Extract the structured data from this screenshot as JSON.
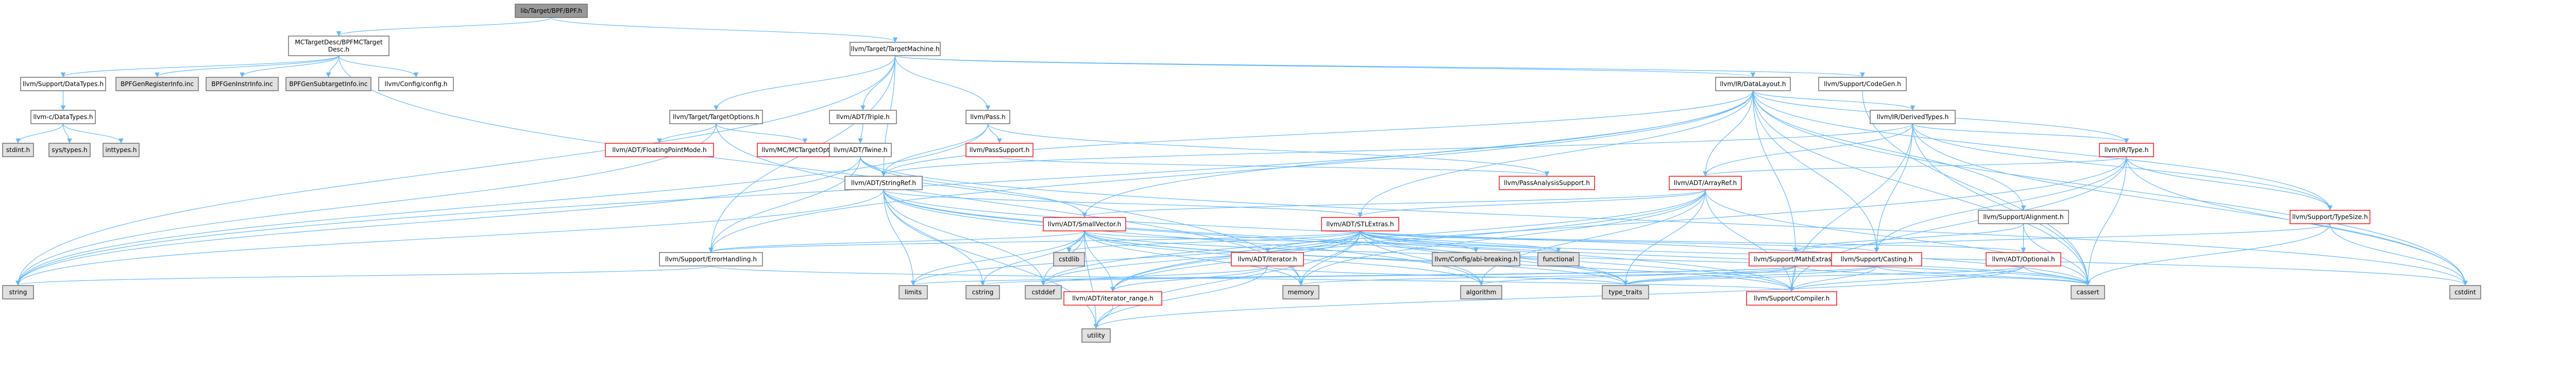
{
  "colors": {
    "edge": "#63b8ff",
    "node_border_default": "#666666",
    "node_border_red": "#ff0000",
    "node_fill_white": "#ffffff",
    "node_fill_gray": "#e0e0e0",
    "node_fill_root": "#999999",
    "text": "#000000"
  },
  "nodes": [
    {
      "id": "root",
      "label": "lib/Target/BPF/BPF.h",
      "style": "root"
    },
    {
      "id": "mctargetdesc",
      "label": "MCTargetDesc/BPFMCTargetDesc.h",
      "lines": [
        "MCTargetDesc/BPFMCTarget",
        "Desc.h"
      ],
      "style": "white"
    },
    {
      "id": "targetmachine",
      "label": "llvm/Target/TargetMachine.h",
      "style": "white"
    },
    {
      "id": "support_datatypes",
      "label": "llvm/Support/DataTypes.h",
      "style": "white"
    },
    {
      "id": "bpfgenregisterinfo",
      "label": "BPFGenRegisterInfo.inc",
      "style": "gray"
    },
    {
      "id": "bpfgeninstrinfo",
      "label": "BPFGenInstrInfo.inc",
      "style": "gray"
    },
    {
      "id": "bpfgensubtargetinfo",
      "label": "BPFGenSubtargetInfo.inc",
      "style": "gray"
    },
    {
      "id": "llvm_config",
      "label": "llvm/Config/config.h",
      "style": "white"
    },
    {
      "id": "datalayout",
      "label": "llvm/IR/DataLayout.h",
      "style": "white"
    },
    {
      "id": "codegen",
      "label": "llvm/Support/CodeGen.h",
      "style": "white"
    },
    {
      "id": "c_datatypes",
      "label": "llvm-c/DataTypes.h",
      "style": "white"
    },
    {
      "id": "targetoptions",
      "label": "llvm/Target/TargetOptions.h",
      "style": "white"
    },
    {
      "id": "triple",
      "label": "llvm/ADT/Triple.h",
      "style": "white"
    },
    {
      "id": "pass",
      "label": "llvm/Pass.h",
      "style": "white"
    },
    {
      "id": "derivedtypes",
      "label": "llvm/IR/DerivedTypes.h",
      "style": "white"
    },
    {
      "id": "stdint",
      "label": "stdint.h",
      "style": "gray"
    },
    {
      "id": "systypes",
      "label": "sys/types.h",
      "style": "gray"
    },
    {
      "id": "inttypes",
      "label": "inttypes.h",
      "style": "gray"
    },
    {
      "id": "floatingpointmode",
      "label": "llvm/ADT/FloatingPointMode.h",
      "style": "red"
    },
    {
      "id": "mctargetoptions",
      "label": "llvm/MC/MCTargetOptions.h",
      "style": "red"
    },
    {
      "id": "twine",
      "label": "llvm/ADT/Twine.h",
      "style": "white"
    },
    {
      "id": "passsupport",
      "label": "llvm/PassSupport.h",
      "style": "red"
    },
    {
      "id": "ir_type",
      "label": "llvm/IR/Type.h",
      "style": "red"
    },
    {
      "id": "stringref",
      "label": "llvm/ADT/StringRef.h",
      "style": "white"
    },
    {
      "id": "passanalysissupport",
      "label": "llvm/PassAnalysisSupport.h",
      "style": "red"
    },
    {
      "id": "arrayref",
      "label": "llvm/ADT/ArrayRef.h",
      "style": "red"
    },
    {
      "id": "alignment",
      "label": "llvm/Support/Alignment.h",
      "style": "white"
    },
    {
      "id": "typesize",
      "label": "llvm/Support/TypeSize.h",
      "style": "red"
    },
    {
      "id": "smallvector",
      "label": "llvm/ADT/SmallVector.h",
      "style": "red"
    },
    {
      "id": "stlextras",
      "label": "llvm/ADT/STLExtras.h",
      "style": "red"
    },
    {
      "id": "errorhandling",
      "label": "llvm/Support/ErrorHandling.h",
      "style": "white"
    },
    {
      "id": "cstdlib",
      "label": "cstdlib",
      "style": "gray"
    },
    {
      "id": "adt_iterator",
      "label": "llvm/ADT/iterator.h",
      "style": "red"
    },
    {
      "id": "configurable_breaking",
      "label": "llvm/Config/abi-breaking.h",
      "style": "gray"
    },
    {
      "id": "functional",
      "label": "functional",
      "style": "gray"
    },
    {
      "id": "mathextras",
      "label": "llvm/Support/MathExtras.h",
      "style": "red"
    },
    {
      "id": "casting",
      "label": "llvm/Support/Casting.h",
      "style": "red"
    },
    {
      "id": "optional",
      "label": "llvm/ADT/Optional.h",
      "style": "red"
    },
    {
      "id": "string",
      "label": "string",
      "style": "gray"
    },
    {
      "id": "limits",
      "label": "limits",
      "style": "gray"
    },
    {
      "id": "cstring",
      "label": "cstring",
      "style": "gray"
    },
    {
      "id": "cstddef",
      "label": "cstddef",
      "style": "gray"
    },
    {
      "id": "iterator_range",
      "label": "llvm/ADT/iterator_range.h",
      "style": "red"
    },
    {
      "id": "memory",
      "label": "memory",
      "style": "gray"
    },
    {
      "id": "algorithm",
      "label": "algorithm",
      "style": "gray"
    },
    {
      "id": "type_traits",
      "label": "type_traits",
      "style": "gray"
    },
    {
      "id": "compiler",
      "label": "llvm/Support/Compiler.h",
      "style": "red"
    },
    {
      "id": "cassert",
      "label": "cassert",
      "style": "gray"
    },
    {
      "id": "cstdint",
      "label": "cstdint",
      "style": "gray"
    },
    {
      "id": "utility",
      "label": "utility",
      "style": "gray"
    }
  ],
  "edges": [
    [
      "root",
      "mctargetdesc"
    ],
    [
      "root",
      "targetmachine"
    ],
    [
      "mctargetdesc",
      "support_datatypes"
    ],
    [
      "mctargetdesc",
      "bpfgenregisterinfo"
    ],
    [
      "mctargetdesc",
      "bpfgeninstrinfo"
    ],
    [
      "mctargetdesc",
      "bpfgensubtargetinfo"
    ],
    [
      "mctargetdesc",
      "llvm_config"
    ],
    [
      "mctargetdesc",
      "memory"
    ],
    [
      "support_datatypes",
      "c_datatypes"
    ],
    [
      "c_datatypes",
      "stdint"
    ],
    [
      "c_datatypes",
      "systypes"
    ],
    [
      "c_datatypes",
      "inttypes"
    ],
    [
      "targetmachine",
      "datalayout"
    ],
    [
      "targetmachine",
      "codegen"
    ],
    [
      "targetmachine",
      "targetoptions"
    ],
    [
      "targetmachine",
      "triple"
    ],
    [
      "targetmachine",
      "pass"
    ],
    [
      "targetmachine",
      "stringref"
    ],
    [
      "targetmachine",
      "errorhandling"
    ],
    [
      "targetmachine",
      "string"
    ],
    [
      "targetoptions",
      "floatingpointmode"
    ],
    [
      "targetoptions",
      "mctargetoptions"
    ],
    [
      "targetoptions",
      "string"
    ],
    [
      "targetoptions",
      "memory"
    ],
    [
      "triple",
      "twine"
    ],
    [
      "twine",
      "stringref"
    ],
    [
      "twine",
      "smallvector"
    ],
    [
      "twine",
      "string"
    ],
    [
      "twine",
      "errorhandling"
    ],
    [
      "twine",
      "cstdint"
    ],
    [
      "pass",
      "passsupport"
    ],
    [
      "pass",
      "stringref"
    ],
    [
      "pass",
      "passanalysissupport"
    ],
    [
      "pass",
      "string"
    ],
    [
      "passsupport",
      "passanalysissupport"
    ],
    [
      "datalayout",
      "derivedtypes"
    ],
    [
      "datalayout",
      "ir_type"
    ],
    [
      "datalayout",
      "arrayref"
    ],
    [
      "datalayout",
      "stringref"
    ],
    [
      "datalayout",
      "smallvector"
    ],
    [
      "datalayout",
      "stlextras"
    ],
    [
      "datalayout",
      "alignment"
    ],
    [
      "datalayout",
      "typesize"
    ],
    [
      "datalayout",
      "mathextras"
    ],
    [
      "datalayout",
      "errorhandling"
    ],
    [
      "datalayout",
      "casting"
    ],
    [
      "datalayout",
      "cassert"
    ],
    [
      "datalayout",
      "cstdint"
    ],
    [
      "datalayout",
      "string"
    ],
    [
      "derivedtypes",
      "ir_type"
    ],
    [
      "derivedtypes",
      "arrayref"
    ],
    [
      "derivedtypes",
      "stringref"
    ],
    [
      "derivedtypes",
      "casting"
    ],
    [
      "derivedtypes",
      "compiler"
    ],
    [
      "derivedtypes",
      "typesize"
    ],
    [
      "derivedtypes",
      "cassert"
    ],
    [
      "derivedtypes",
      "cstdint"
    ],
    [
      "ir_type",
      "arrayref"
    ],
    [
      "ir_type",
      "casting"
    ],
    [
      "ir_type",
      "compiler"
    ],
    [
      "ir_type",
      "typesize"
    ],
    [
      "ir_type",
      "cassert"
    ],
    [
      "ir_type",
      "cstdint"
    ],
    [
      "ir_type",
      "iterator_range"
    ],
    [
      "stringref",
      "stlextras"
    ],
    [
      "stringref",
      "compiler"
    ],
    [
      "stringref",
      "algorithm"
    ],
    [
      "stringref",
      "cassert"
    ],
    [
      "stringref",
      "cstddef"
    ],
    [
      "stringref",
      "cstring"
    ],
    [
      "stringref",
      "limits"
    ],
    [
      "stringref",
      "string"
    ],
    [
      "stringref",
      "type_traits"
    ],
    [
      "stringref",
      "utility"
    ],
    [
      "arrayref",
      "smallvector"
    ],
    [
      "arrayref",
      "stlextras"
    ],
    [
      "arrayref",
      "compiler"
    ],
    [
      "arrayref",
      "algorithm"
    ],
    [
      "arrayref",
      "cassert"
    ],
    [
      "arrayref",
      "cstddef"
    ],
    [
      "arrayref",
      "memory"
    ],
    [
      "arrayref",
      "type_traits"
    ],
    [
      "arrayref",
      "iterator_range"
    ],
    [
      "smallvector",
      "compiler"
    ],
    [
      "smallvector",
      "errorhandling"
    ],
    [
      "smallvector",
      "type_traits"
    ],
    [
      "smallvector",
      "algorithm"
    ],
    [
      "smallvector",
      "cassert"
    ],
    [
      "smallvector",
      "cstddef"
    ],
    [
      "smallvector",
      "cstdlib"
    ],
    [
      "smallvector",
      "cstring"
    ],
    [
      "smallvector",
      "functional"
    ],
    [
      "smallvector",
      "iterator_range"
    ],
    [
      "smallvector",
      "limits"
    ],
    [
      "smallvector",
      "memory"
    ],
    [
      "smallvector",
      "utility"
    ],
    [
      "stlextras",
      "adt_iterator"
    ],
    [
      "stlextras",
      "iterator_range"
    ],
    [
      "stlextras",
      "configurable_breaking"
    ],
    [
      "stlextras",
      "errorhandling"
    ],
    [
      "stlextras",
      "functional"
    ],
    [
      "stlextras",
      "optional"
    ],
    [
      "stlextras",
      "algorithm"
    ],
    [
      "stlextras",
      "cassert"
    ],
    [
      "stlextras",
      "cstddef"
    ],
    [
      "stlextras",
      "cstdint"
    ],
    [
      "stlextras",
      "cstdlib"
    ],
    [
      "stlextras",
      "limits"
    ],
    [
      "stlextras",
      "memory"
    ],
    [
      "stlextras",
      "type_traits"
    ],
    [
      "stlextras",
      "utility"
    ],
    [
      "stlextras",
      "casting"
    ],
    [
      "stlextras",
      "compiler"
    ],
    [
      "adt_iterator",
      "iterator_range"
    ],
    [
      "adt_iterator",
      "cstddef"
    ],
    [
      "adt_iterator",
      "type_traits"
    ],
    [
      "adt_iterator",
      "utility"
    ],
    [
      "alignment",
      "mathextras"
    ],
    [
      "alignment",
      "optional"
    ],
    [
      "alignment",
      "cassert"
    ],
    [
      "typesize",
      "mathextras"
    ],
    [
      "typesize",
      "cstdint"
    ],
    [
      "typesize",
      "cassert"
    ],
    [
      "mathextras",
      "compiler"
    ],
    [
      "mathextras",
      "cassert"
    ],
    [
      "mathextras",
      "type_traits"
    ],
    [
      "mathextras",
      "algorithm"
    ],
    [
      "mathextras",
      "climits"
    ],
    [
      "mathextras",
      "cstring"
    ],
    [
      "mathextras",
      "limits"
    ],
    [
      "casting",
      "compiler"
    ],
    [
      "casting",
      "type_traits"
    ],
    [
      "casting",
      "cassert"
    ],
    [
      "casting",
      "memory"
    ],
    [
      "optional",
      "compiler"
    ],
    [
      "optional",
      "type_traits"
    ],
    [
      "optional",
      "cassert"
    ],
    [
      "optional",
      "new"
    ],
    [
      "optional",
      "utility"
    ],
    [
      "errorhandling",
      "compiler"
    ],
    [
      "errorhandling",
      "string"
    ],
    [
      "iterator_range",
      "utility"
    ],
    [
      "codegen",
      "cassert"
    ]
  ]
}
